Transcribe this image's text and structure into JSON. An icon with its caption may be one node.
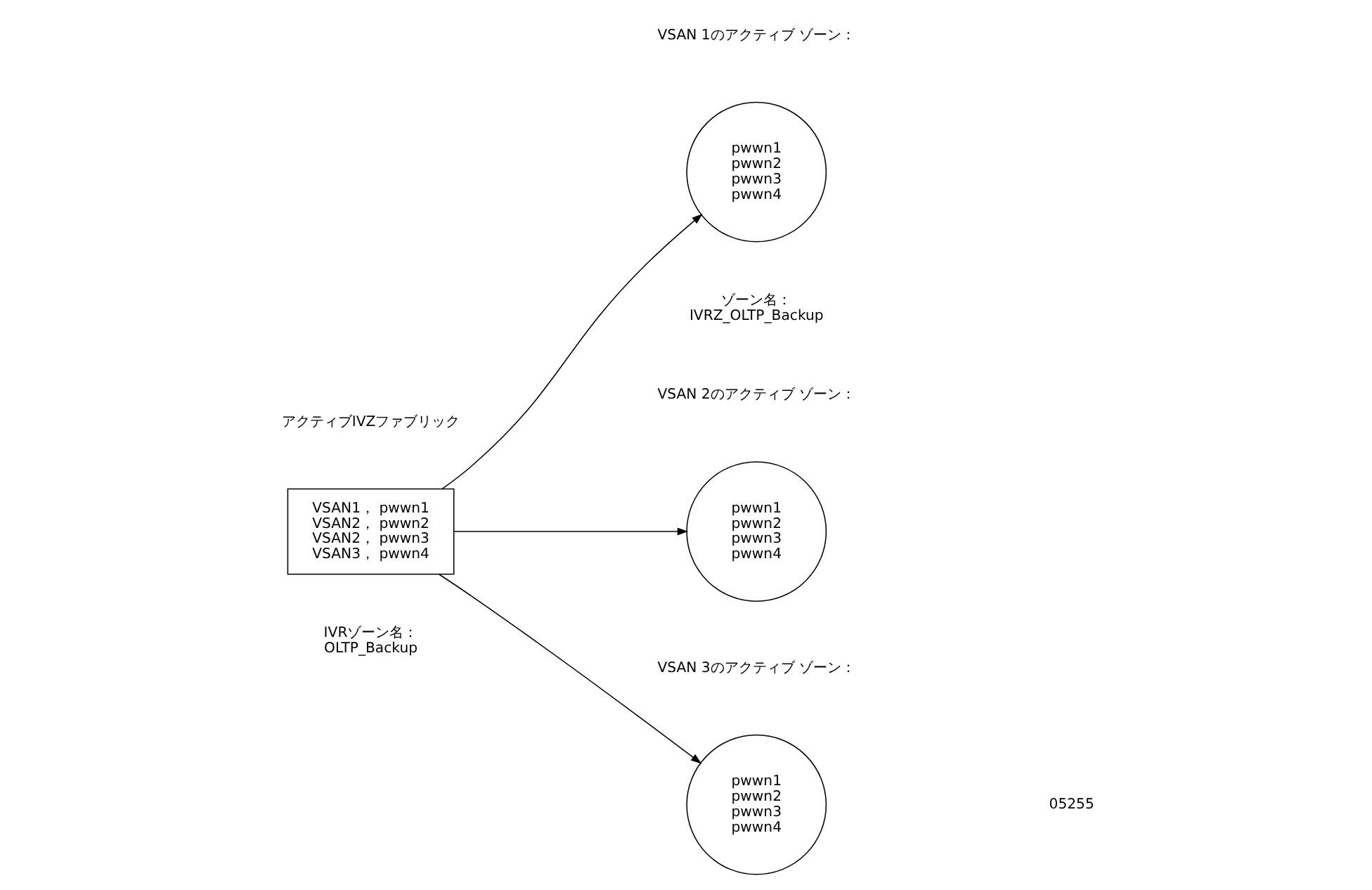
{
  "diagram": {
    "nodes": [
      {
        "text": [
          "アクティブIVZファブリック",
          "VSAN1， pwwn1 VSAN2， pwwn2 VSAN2， pwwn3 VSAN3， pwwn4"
        ],
        "beside": [
          "IVRゾーン名： OLTP_Backup"
        ]
      },
      {
        "text": [
          "VSAN 1のアクティブ ゾーン：",
          "pwwn1 pwwn2 pwwn3 pwwn4"
        ],
        "beside": [
          "ゾーン名： IVRZ_OLTP_Backup"
        ]
      },
      {
        "text": [
          "VSAN 2のアクティブ ゾーン：",
          "pwwn1 pwwn2 pwwn3 pwwn4"
        ]
      },
      {
        "text": [
          "VSAN 3のアクティブ ゾーン：",
          "pwwn1 pwwn2 pwwn3 pwwn4"
        ]
      }
    ],
    "edges": [
      {
        "from": 0,
        "to": 1,
        "arrow": "to"
      },
      {
        "from": 0,
        "to": 2,
        "arrow": "to"
      },
      {
        "from": 0,
        "to": 3,
        "arrow": "to"
      }
    ],
    "labels": [
      "05255"
    ]
  }
}
